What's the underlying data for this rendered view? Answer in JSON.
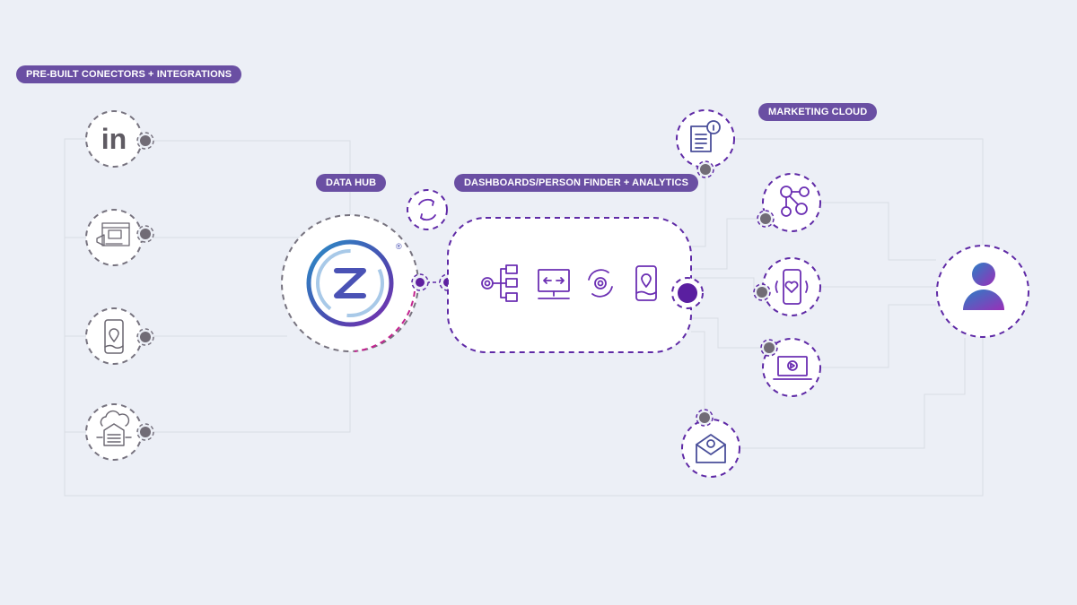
{
  "labels": {
    "connectors": "PRE-BUILT CONECTORS + INTEGRATIONS",
    "data_hub": "DATA HUB",
    "dashboards": "DASHBOARDS/PERSON FINDER + ANALYTICS",
    "marketing_cloud": "MARKETING CLOUD"
  },
  "logo": {
    "letter": "Z",
    "registered": "®"
  },
  "linkedin_text": "in",
  "colors": {
    "background": "#eceff6",
    "label": "#6a4fa3",
    "accent": "#5f2aa6",
    "node_dot": "#716c76",
    "connector": "#d9dce4"
  },
  "left_nodes": [
    "linkedin-icon",
    "web-marketing-megaphone-icon",
    "mobile-location-icon",
    "cloud-warehouse-icon"
  ],
  "dashboard_icons": [
    "gear-folders-icon",
    "monitor-transfer-icon",
    "gear-cycle-icon",
    "mobile-map-icon"
  ],
  "right_nodes": [
    "document-info-icon",
    "people-network-icon",
    "mobile-heart-icon",
    "laptop-video-icon",
    "email-icon"
  ],
  "end_node": "person-icon"
}
